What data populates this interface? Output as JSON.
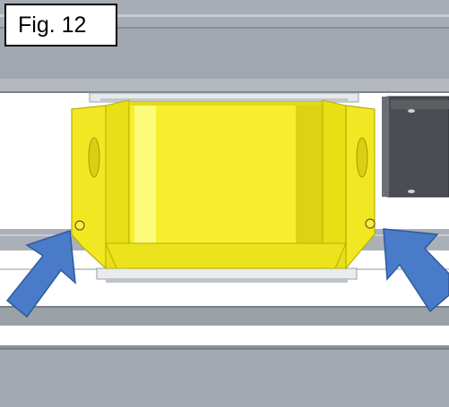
{
  "figure": {
    "label": "Fig. 12"
  },
  "scene": {
    "component": "yellow-cylindrical-housing",
    "callouts": [
      "left-fastener",
      "right-fastener"
    ],
    "colors": {
      "housing_yellow": "#f4ec2a",
      "housing_shadow": "#d8cf12",
      "housing_highlight": "#fffb8a",
      "frame_gray": "#9aa0a8",
      "frame_dark": "#7d848c",
      "motor_dark": "#4a4d52",
      "arrow_blue": "#4a7bc8",
      "arrow_border": "#2f5a9e"
    }
  }
}
